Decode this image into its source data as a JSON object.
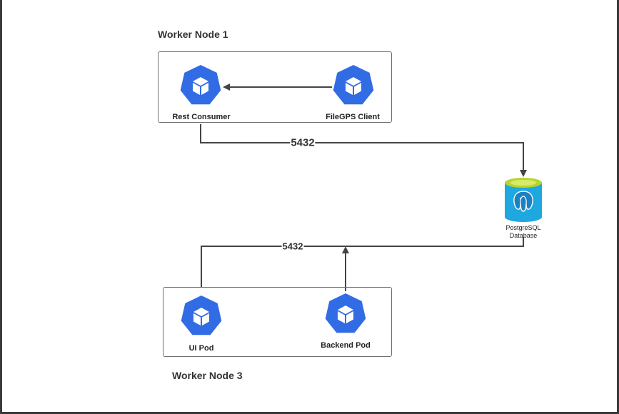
{
  "diagram": {
    "worker_node_1": {
      "title": "Worker Node 1",
      "pods": [
        {
          "label": "Rest Consumer",
          "icon": "kubernetes-pod-icon"
        },
        {
          "label": "FileGPS Client",
          "icon": "kubernetes-pod-icon"
        }
      ]
    },
    "worker_node_3": {
      "title": "Worker Node 3",
      "pods": [
        {
          "label": "UI Pod",
          "icon": "kubernetes-pod-icon"
        },
        {
          "label": "Backend Pod",
          "icon": "kubernetes-pod-icon"
        }
      ]
    },
    "database": {
      "label_line1": "PostgreSQL",
      "label_line2": "Database",
      "icon": "postgresql-database-icon"
    },
    "connections": [
      {
        "label": "5432"
      },
      {
        "label": "5432"
      }
    ],
    "colors": {
      "pod_fill": "#326ce5",
      "db_body": "#1fa7e0",
      "db_top": "#b9d430",
      "line": "#444444"
    }
  }
}
